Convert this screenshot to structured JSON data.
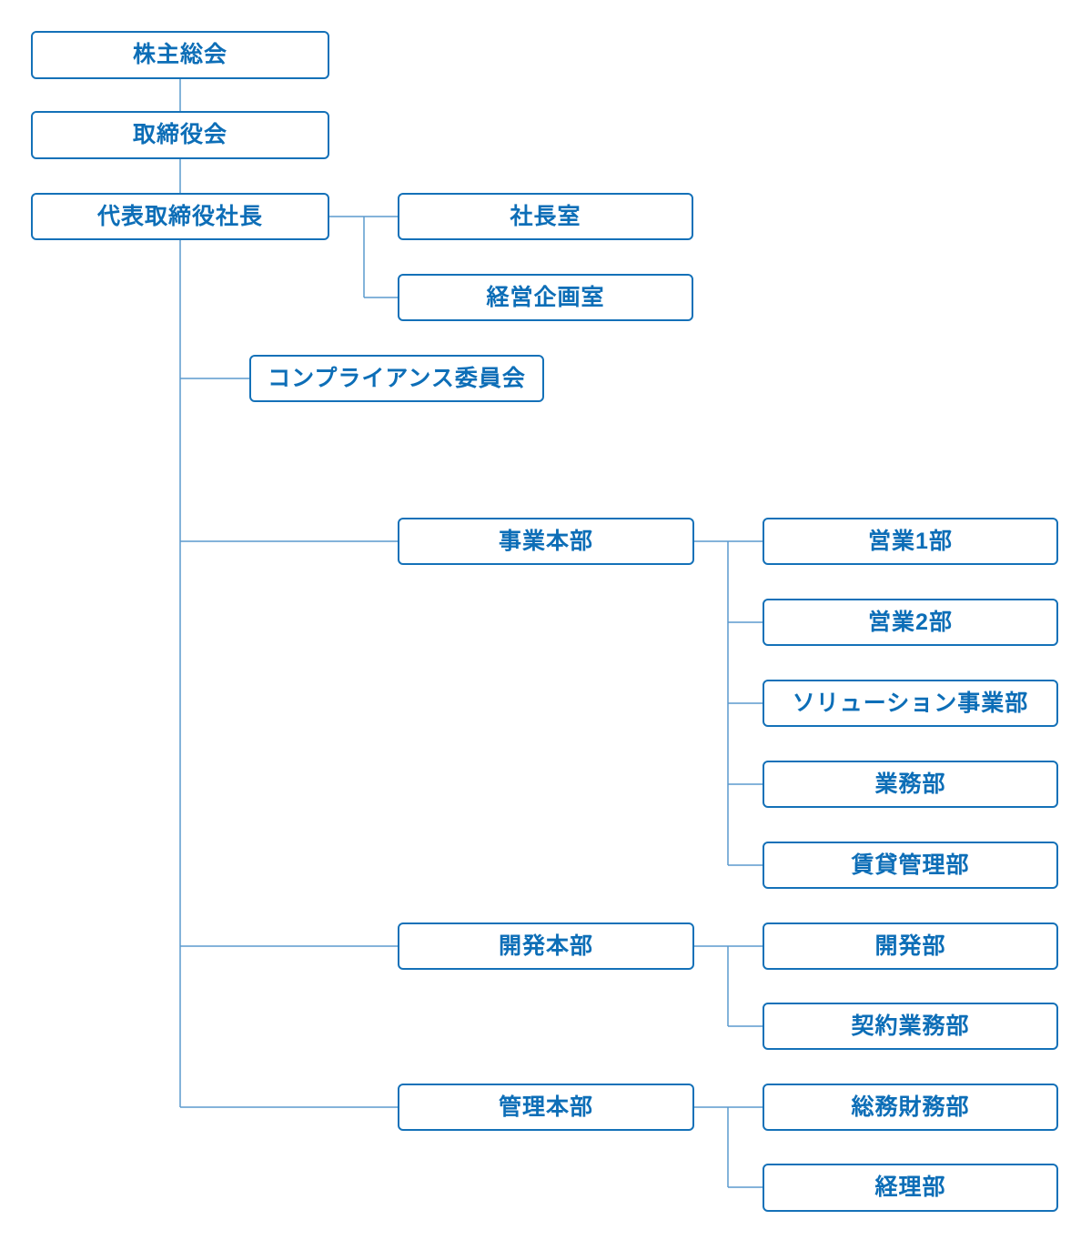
{
  "diagram": {
    "type": "org-chart",
    "language": "ja",
    "colors": {
      "background": "#ffffff",
      "box_border": "#1471b8",
      "box_text": "#0d6eb7",
      "connector": "#5b9ace"
    },
    "nodes": {
      "shareholders": {
        "label": "株主総会"
      },
      "board": {
        "label": "取締役会"
      },
      "president": {
        "label": "代表取締役社長"
      },
      "presidents_office": {
        "label": "社長室"
      },
      "corporate_planning": {
        "label": "経営企画室"
      },
      "compliance": {
        "label": "コンプライアンス委員会"
      },
      "business_hq": {
        "label": "事業本部"
      },
      "sales1": {
        "label": "営業1部"
      },
      "sales2": {
        "label": "営業2部"
      },
      "solution": {
        "label": "ソリューション事業部"
      },
      "operations": {
        "label": "業務部"
      },
      "rental_mgmt": {
        "label": "賃貸管理部"
      },
      "dev_hq": {
        "label": "開発本部"
      },
      "development": {
        "label": "開発部"
      },
      "contract_ops": {
        "label": "契約業務部"
      },
      "admin_hq": {
        "label": "管理本部"
      },
      "general_affairs_finance": {
        "label": "総務財務部"
      },
      "accounting": {
        "label": "経理部"
      }
    },
    "edges": [
      [
        "shareholders",
        "board"
      ],
      [
        "board",
        "president"
      ],
      [
        "president",
        "presidents_office"
      ],
      [
        "president",
        "corporate_planning"
      ],
      [
        "president",
        "compliance"
      ],
      [
        "president",
        "business_hq"
      ],
      [
        "president",
        "dev_hq"
      ],
      [
        "president",
        "admin_hq"
      ],
      [
        "business_hq",
        "sales1"
      ],
      [
        "business_hq",
        "sales2"
      ],
      [
        "business_hq",
        "solution"
      ],
      [
        "business_hq",
        "operations"
      ],
      [
        "business_hq",
        "rental_mgmt"
      ],
      [
        "dev_hq",
        "development"
      ],
      [
        "dev_hq",
        "contract_ops"
      ],
      [
        "admin_hq",
        "general_affairs_finance"
      ],
      [
        "admin_hq",
        "accounting"
      ]
    ]
  }
}
